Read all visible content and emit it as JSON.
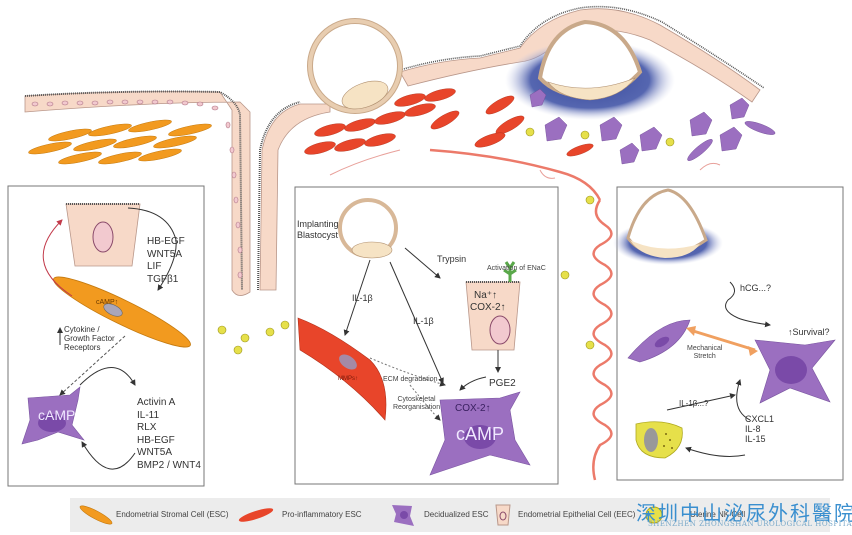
{
  "panel_left": {
    "signals": [
      "HB-EGF",
      "WNT5A",
      "LIF",
      "TGFβ1"
    ],
    "stromal_label": "cAMP↑",
    "receptor_label": [
      "Cytokine /",
      "Growth Factor",
      "Receptors"
    ],
    "decidual_label": "cAMP",
    "decidual_signals": [
      "Activin A",
      "IL-11",
      "RLX",
      "HB-EGF",
      "WNT5A",
      "BMP2 / WNT4"
    ]
  },
  "panel_middle": {
    "blastocyst_label": [
      "Implanting",
      "Blastocyst"
    ],
    "trypsin": "Trypsin",
    "enac": "Activation of ENaC",
    "na": "Na⁺↑",
    "cox2_epi": "COX-2↑",
    "il1b_left": "IL-1β",
    "il1b_mid": "IL-1β",
    "mmp": "MMPs↑",
    "ecm": "ECM degradation",
    "cyto": [
      "Cytoskeletal",
      "Reorganisation"
    ],
    "pge2": "PGE2",
    "cox2_dec": "COX-2↑",
    "camp": "cAMP"
  },
  "panel_right": {
    "hcg": "hCG...?",
    "survival": "↑Survival?",
    "stretch": [
      "Mechanical",
      "Stretch"
    ],
    "il1b": "IL-1β...?",
    "signals": [
      "CXCL1",
      "IL-8",
      "IL-15"
    ]
  },
  "legend": {
    "items": [
      {
        "label": "Endometrial Stromal Cell (ESC)",
        "icon": "stromal-cell-icon"
      },
      {
        "label": "Pro-inflammatory ESC",
        "icon": "proinflammatory-cell-icon"
      },
      {
        "label": "Decidualized ESC",
        "icon": "decidualized-cell-icon"
      },
      {
        "label": "Endometrial Epithelial Cell (EEC)",
        "icon": "epithelial-cell-icon"
      },
      {
        "label": "Uterine NK Cell",
        "icon": "nk-cell-icon"
      }
    ]
  },
  "watermark": {
    "title": "深圳中山泌尿外科醫院",
    "subtitle": "SHENZHEN ZHONGSHAN UROLOGICAL HOSPITAL"
  },
  "colors": {
    "stromal": "#f29a1f",
    "proinflammatory": "#e8452a",
    "decidual": "#9b6fc0",
    "epithelial": "#f7d9c8",
    "nk": "#e6e04a",
    "vessel": "#ec7a6a",
    "decidua_blue": "#4a5aa8"
  }
}
